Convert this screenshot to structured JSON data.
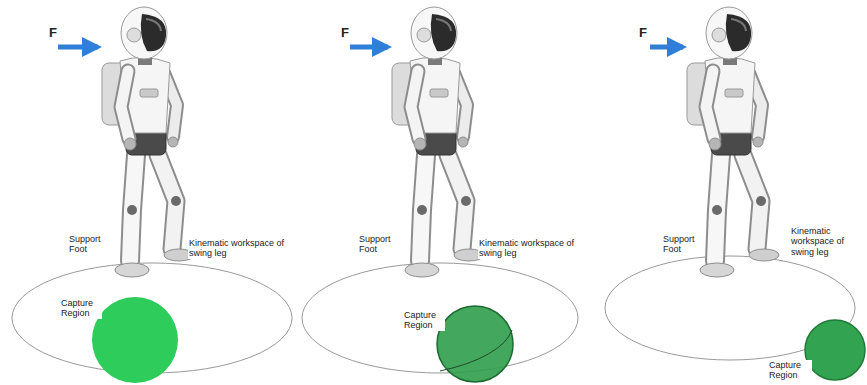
{
  "diagram": {
    "labels": [
      "F",
      "Support Foot",
      "Kinematic workspace of swing leg",
      "Capture Region",
      "F",
      "Support Foot",
      "Kinematic workspace of swing leg",
      "Capture Region",
      "F",
      "Support Foot",
      "Kinematic workspace of swing leg",
      "Capture Region"
    ]
  }
}
